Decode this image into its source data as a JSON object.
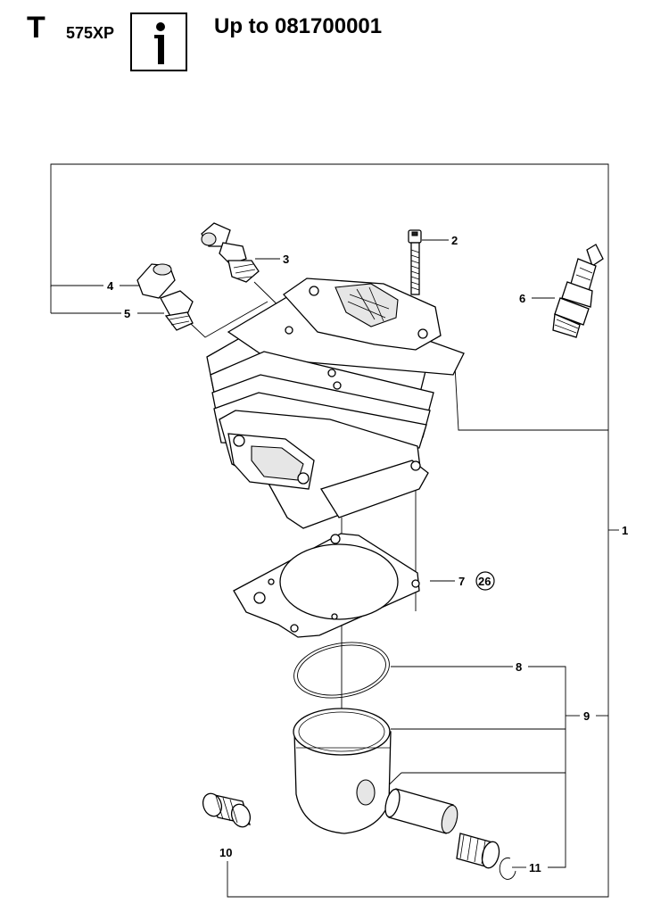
{
  "header": {
    "section_letter": "T",
    "model": "575XP",
    "info_icon": "info-i-icon",
    "title": "Up to 081700001"
  },
  "callouts": {
    "c1": "1",
    "c2": "2",
    "c3": "3",
    "c4": "4",
    "c5": "5",
    "c6": "6",
    "c7": "7",
    "c7_ref": "26",
    "c8": "8",
    "c9": "9",
    "c10": "10",
    "c11": "11"
  }
}
